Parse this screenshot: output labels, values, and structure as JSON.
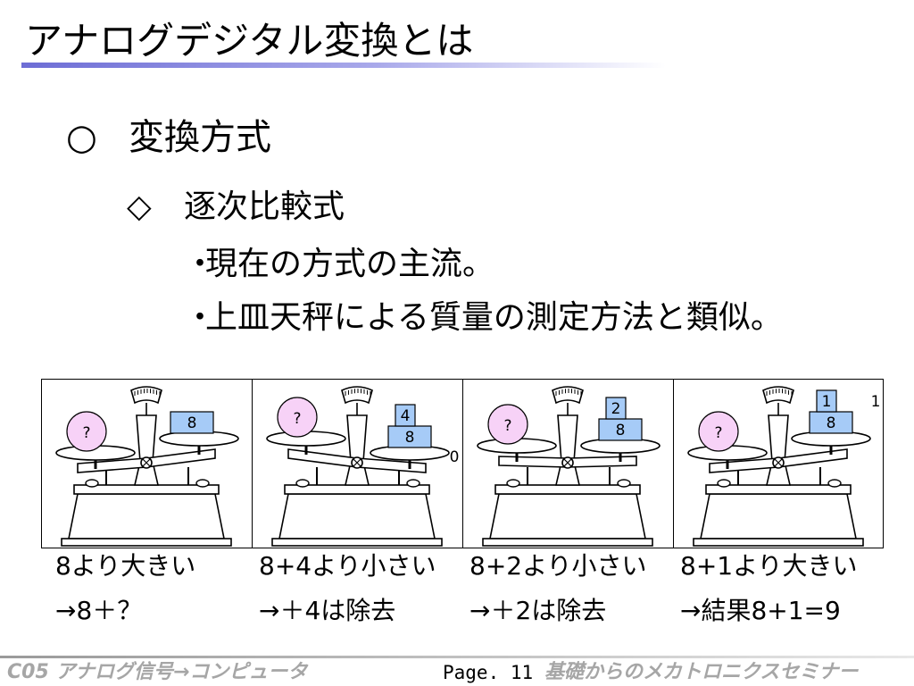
{
  "slide": {
    "title": "アナログデジタル変換とは",
    "heading": {
      "mark": "○",
      "text": "変換方式"
    },
    "subheading": {
      "mark": "◇",
      "text": "逐次比較式"
    },
    "bullets": [
      {
        "mark": "・",
        "text": "現在の方式の主流。"
      },
      {
        "mark": "・",
        "text": "上皿天秤による質量の測定方法と類似。"
      }
    ]
  },
  "figure": {
    "unknown_label": "?",
    "panels": [
      {
        "weights": [
          "8"
        ],
        "side_note": "",
        "caption_line1": "8より大きい",
        "caption_line2": "→8＋？",
        "tilt": "left-heavy"
      },
      {
        "weights": [
          "8",
          "4"
        ],
        "side_note": "0",
        "caption_line1": "8+4より小さい",
        "caption_line2": "→＋4は除去",
        "tilt": "right-heavy"
      },
      {
        "weights": [
          "8",
          "2"
        ],
        "side_note": "",
        "caption_line1": "8+2より小さい",
        "caption_line2": "→＋2は除去",
        "tilt": "level"
      },
      {
        "weights": [
          "8",
          "1"
        ],
        "side_note": "1",
        "caption_line1": "8+1より大きい",
        "caption_line2": "→結果8+1=9",
        "tilt": "left-heavy"
      }
    ]
  },
  "colors": {
    "unknown_fill": "#f7d2f7",
    "weight_fill": "#a6cbf7",
    "title_underline": "#6d6dd5",
    "footer_text": "#a6a6a6"
  },
  "footer": {
    "left": "C05 アナログ信号→コンピュータ",
    "page": "Page. 11",
    "right": "基礎からのメカトロニクスセミナー"
  }
}
